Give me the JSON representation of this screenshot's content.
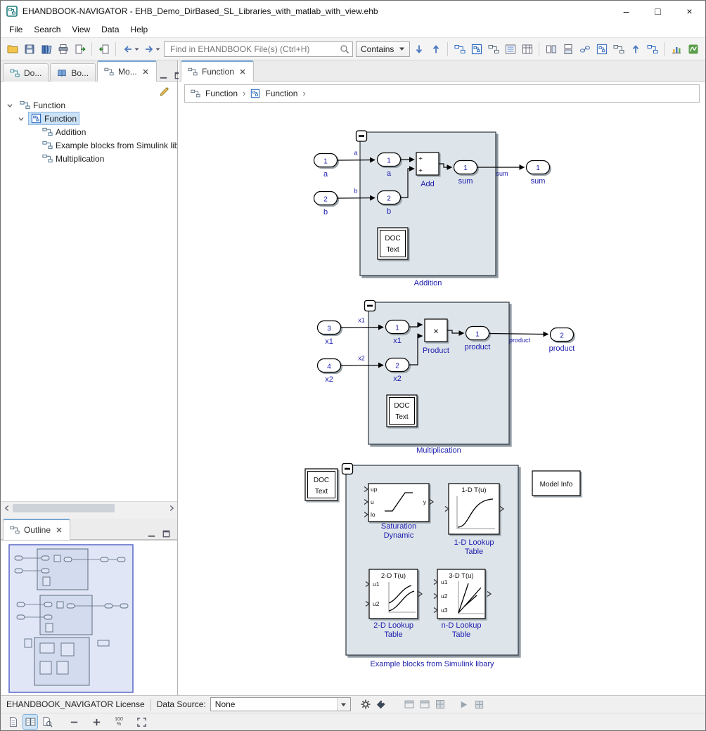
{
  "window": {
    "title": "EHANDBOOK-NAVIGATOR - EHB_Demo_DirBased_SL_Libraries_with_matlab_with_view.ehb"
  },
  "menu": {
    "file": "File",
    "search": "Search",
    "view": "View",
    "data": "Data",
    "help": "Help"
  },
  "toolbar": {
    "search_placeholder": "Find in EHANDBOOK File(s) (Ctrl+H)",
    "contains": "Contains",
    "icon_names": [
      "open",
      "save",
      "library",
      "print",
      "export",
      "import",
      "nav-back",
      "nav-forward",
      "search",
      "contains-dropdown",
      "find-next",
      "find-previous",
      "open-model",
      "go-to-parent",
      "show-model",
      "list-view",
      "table-view",
      "split-horizontal",
      "split-vertical",
      "link-views",
      "open-subsystem",
      "add-bookmark",
      "previous",
      "next",
      "measurement",
      "matlab"
    ]
  },
  "left": {
    "tabs": {
      "documents": "Do...",
      "bookmarks": "Bo...",
      "models": "Mo..."
    },
    "tree": {
      "root": "Function",
      "model": "Function",
      "children": [
        "Addition",
        "Example blocks from Simulink lib",
        "Multiplication"
      ]
    },
    "outline": {
      "title": "Outline"
    }
  },
  "main": {
    "tab": "Function",
    "breadcrumb": {
      "first": "Function",
      "second": "Function"
    }
  },
  "diagram": {
    "addition": {
      "title": "Addition",
      "ext_in1_num": "1",
      "ext_in1_label": "a",
      "wire1": "a",
      "in1_num": "1",
      "in1_label": "a",
      "ext_in2_num": "2",
      "ext_in2_label": "b",
      "wire2": "b",
      "in2_num": "2",
      "in2_label": "b",
      "plus1": "+",
      "plus2": "+",
      "add_label": "Add",
      "out_num": "1",
      "out_label": "sum",
      "wire_out": "sum",
      "ext_out_num": "1",
      "ext_out_label": "sum",
      "doc1": "DOC",
      "doc2": "Text"
    },
    "multiplication": {
      "title": "Multiplication",
      "ext_in1_num": "3",
      "ext_in1_label": "x1",
      "wire1": "x1",
      "in1_num": "1",
      "in1_label": "x1",
      "ext_in2_num": "4",
      "ext_in2_label": "x2",
      "wire2": "x2",
      "in2_num": "2",
      "in2_label": "x2",
      "sign": "×",
      "product_label": "Product",
      "out_num": "1",
      "out_label": "product",
      "wire_out": "product",
      "ext_out_num": "2",
      "ext_out_label": "product",
      "doc1": "DOC",
      "doc2": "Text"
    },
    "examples": {
      "title": "Example blocks from Simulink libary",
      "doc1": "DOC",
      "doc2": "Text",
      "model_info": "Model Info",
      "sat": {
        "in1": "up",
        "in2": "u",
        "in3": "lo",
        "out": "y",
        "label1": "Saturation",
        "label2": "Dynamic"
      },
      "lut1": {
        "header": "1-D T(u)",
        "label1": "1-D Lookup",
        "label2": "Table"
      },
      "lut2": {
        "header": "2-D T(u)",
        "in1": "u1",
        "in2": "u2",
        "label1": "2-D Lookup",
        "label2": "Table"
      },
      "lutn": {
        "header": "3-D T(u)",
        "in1": "u1",
        "in2": "u2",
        "in3": "u3",
        "label1": "n-D Lookup",
        "label2": "Table"
      }
    }
  },
  "status": {
    "license": "EHANDBOOK_NAVIGATOR License",
    "datasource_label": "Data Source:",
    "datasource_value": "None",
    "zoom": "100",
    "percent": "%",
    "icon_names": [
      "settings-gear",
      "data-tag",
      "view-1",
      "view-2",
      "view-3",
      "run-play",
      "stop"
    ]
  },
  "bottom": {
    "icon_names": [
      "single-page-view",
      "side-by-side-view",
      "text-zoom-view",
      "zoom-out",
      "zoom-in",
      "zoom-level",
      "fit-to-window"
    ]
  },
  "colors": {
    "label_blue": "#1c1cae",
    "subsystem_fill": "#dde4ea",
    "selection_blue": "#cbe2f7"
  }
}
